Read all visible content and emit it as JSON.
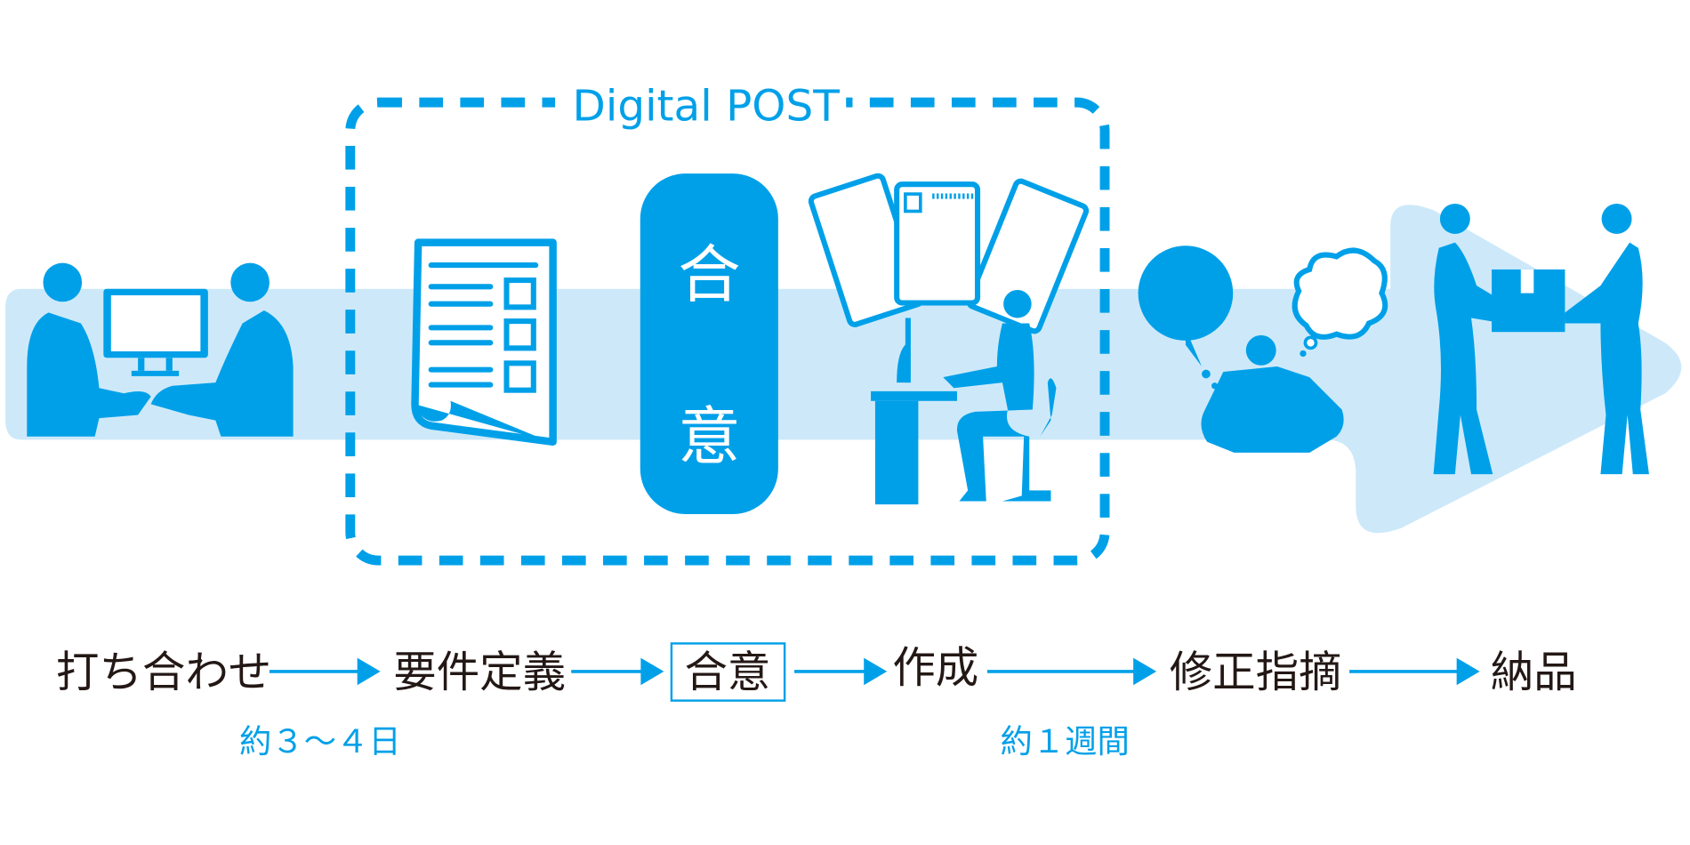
{
  "title": "Digital POST",
  "agree_card": {
    "line1": "合",
    "line2": "意"
  },
  "steps": [
    {
      "label": "打ち合わせ"
    },
    {
      "label": "要件定義"
    },
    {
      "label": "合意"
    },
    {
      "label": "作成"
    },
    {
      "label": "修正指摘"
    },
    {
      "label": "納品"
    }
  ],
  "durations": [
    {
      "label": "約３～４日"
    },
    {
      "label": "約１週間"
    }
  ],
  "colors": {
    "accent": "#00a0e9",
    "band": "#cde9f9",
    "text": "#231815"
  }
}
